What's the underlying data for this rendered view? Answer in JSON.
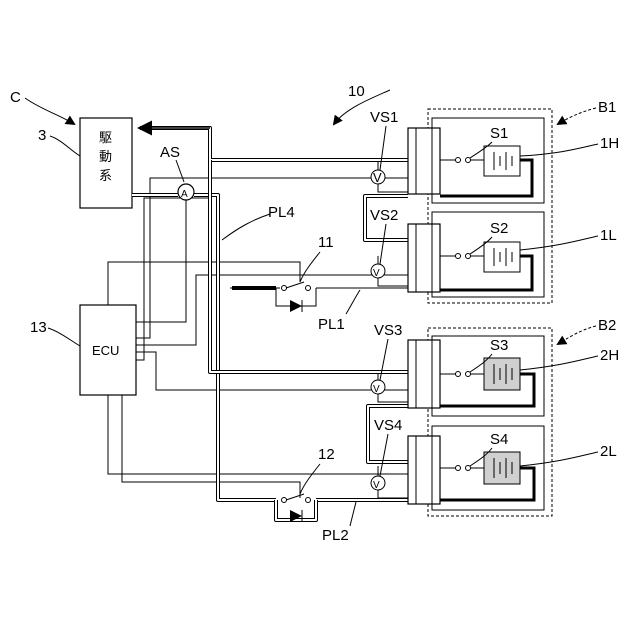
{
  "labels": {
    "fig_number": "10",
    "system": "C",
    "drive_number": "3",
    "drive_text": [
      "駆",
      "動",
      "系"
    ],
    "ammeter_label": "AS",
    "ammeter_symbol": "A",
    "ecu_number": "13",
    "ecu_text": "ECU",
    "pl4": "PL4",
    "pl1": "PL1",
    "pl2": "PL2",
    "relay11": "11",
    "relay12": "12",
    "b1": "B1",
    "b2": "B2",
    "vs1": "VS1",
    "vs2": "VS2",
    "vs3": "VS3",
    "vs4": "VS4",
    "s1": "S1",
    "s2": "S2",
    "s3": "S3",
    "s4": "S4",
    "p1h": "1H",
    "p1l": "1L",
    "p2h": "2H",
    "p2l": "2L",
    "volt_symbol": "V"
  }
}
